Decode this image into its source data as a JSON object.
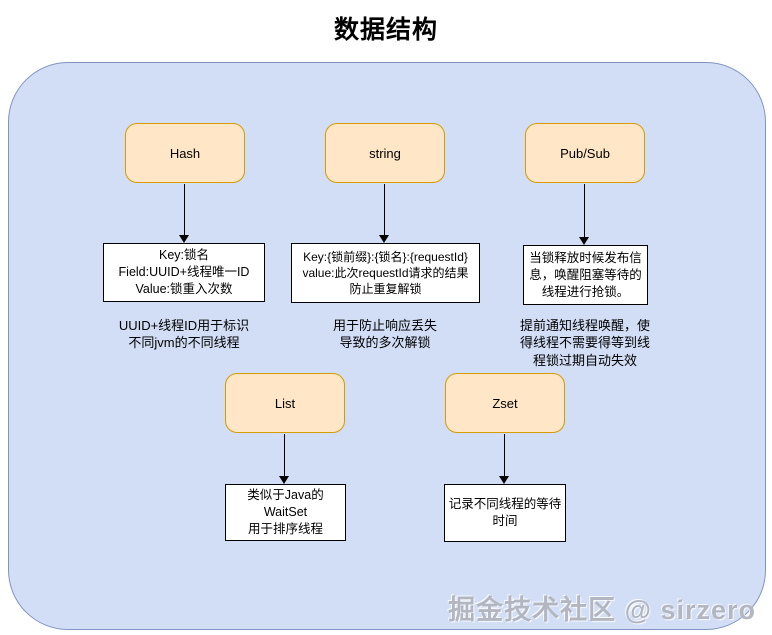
{
  "title": "数据结构",
  "watermark": "掘金技术社区 @ sirzero",
  "colors": {
    "canvas_fill": "#d2def5",
    "canvas_border": "#8093c3",
    "node_fill": "#ffe6c7",
    "node_border": "#d79b00",
    "detail_fill": "#ffffff",
    "detail_border": "#000000",
    "text": "#000000"
  },
  "diagram": {
    "type": "flowchart",
    "nodes": [
      {
        "id": "hash",
        "label": "Hash",
        "detail": "Key:锁名\nField:UUID+线程唯一ID\nValue:锁重入次数",
        "note": "UUID+线程ID用于标识\n不同jvm的不同线程"
      },
      {
        "id": "string",
        "label": "string",
        "detail": "Key:{锁前缀}:{锁名}:{requestId}\nvalue:此次requestId请求的结果\n防止重复解锁",
        "note": "用于防止响应丢失\n导致的多次解锁"
      },
      {
        "id": "pubsub",
        "label": "Pub/Sub",
        "detail": "当锁释放时候发布信\n息，唤醒阻塞等待的\n线程进行抢锁。",
        "note": "提前通知线程唤醒，使\n得线程不需要得等到线\n程锁过期自动失效"
      },
      {
        "id": "list",
        "label": "List",
        "detail": "类似于Java的WaitSet\n用于排序线程",
        "note": ""
      },
      {
        "id": "zset",
        "label": "Zset",
        "detail": "记录不同线程的等待\n时间",
        "note": ""
      }
    ],
    "edges": [
      {
        "from": "hash",
        "to": "hash-detail"
      },
      {
        "from": "string",
        "to": "string-detail"
      },
      {
        "from": "pubsub",
        "to": "pubsub-detail"
      },
      {
        "from": "list",
        "to": "list-detail"
      },
      {
        "from": "zset",
        "to": "zset-detail"
      }
    ]
  }
}
